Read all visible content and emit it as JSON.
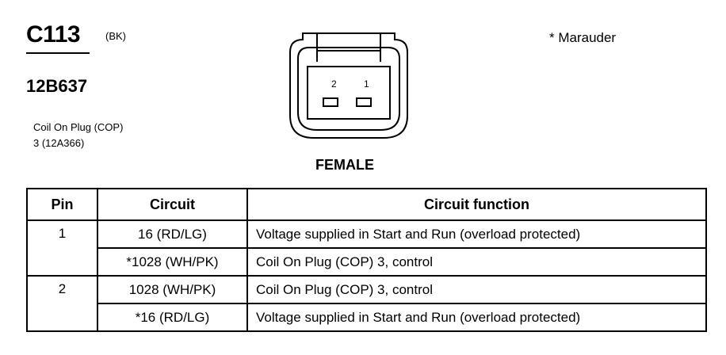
{
  "header": {
    "connector_id": "C113",
    "connector_color": "(BK)",
    "part_number": "12B637",
    "description_line1": "Coil On Plug (COP)",
    "description_line2": "3 (12A366)",
    "note": "* Marauder"
  },
  "connector": {
    "pin_labels": [
      "2",
      "1"
    ],
    "gender": "FEMALE"
  },
  "table": {
    "headers": {
      "pin": "Pin",
      "circuit": "Circuit",
      "function": "Circuit function"
    },
    "rows": [
      {
        "pin": "1",
        "circuit": "16 (RD/LG)",
        "function": "Voltage supplied in Start and Run (overload protected)"
      },
      {
        "pin": "",
        "circuit": "*1028 (WH/PK)",
        "function": "Coil On Plug (COP) 3, control"
      },
      {
        "pin": "2",
        "circuit": "1028 (WH/PK)",
        "function": "Coil On Plug (COP) 3, control"
      },
      {
        "pin": "",
        "circuit": "*16 (RD/LG)",
        "function": "Voltage supplied in Start and Run (overload protected)"
      }
    ]
  }
}
